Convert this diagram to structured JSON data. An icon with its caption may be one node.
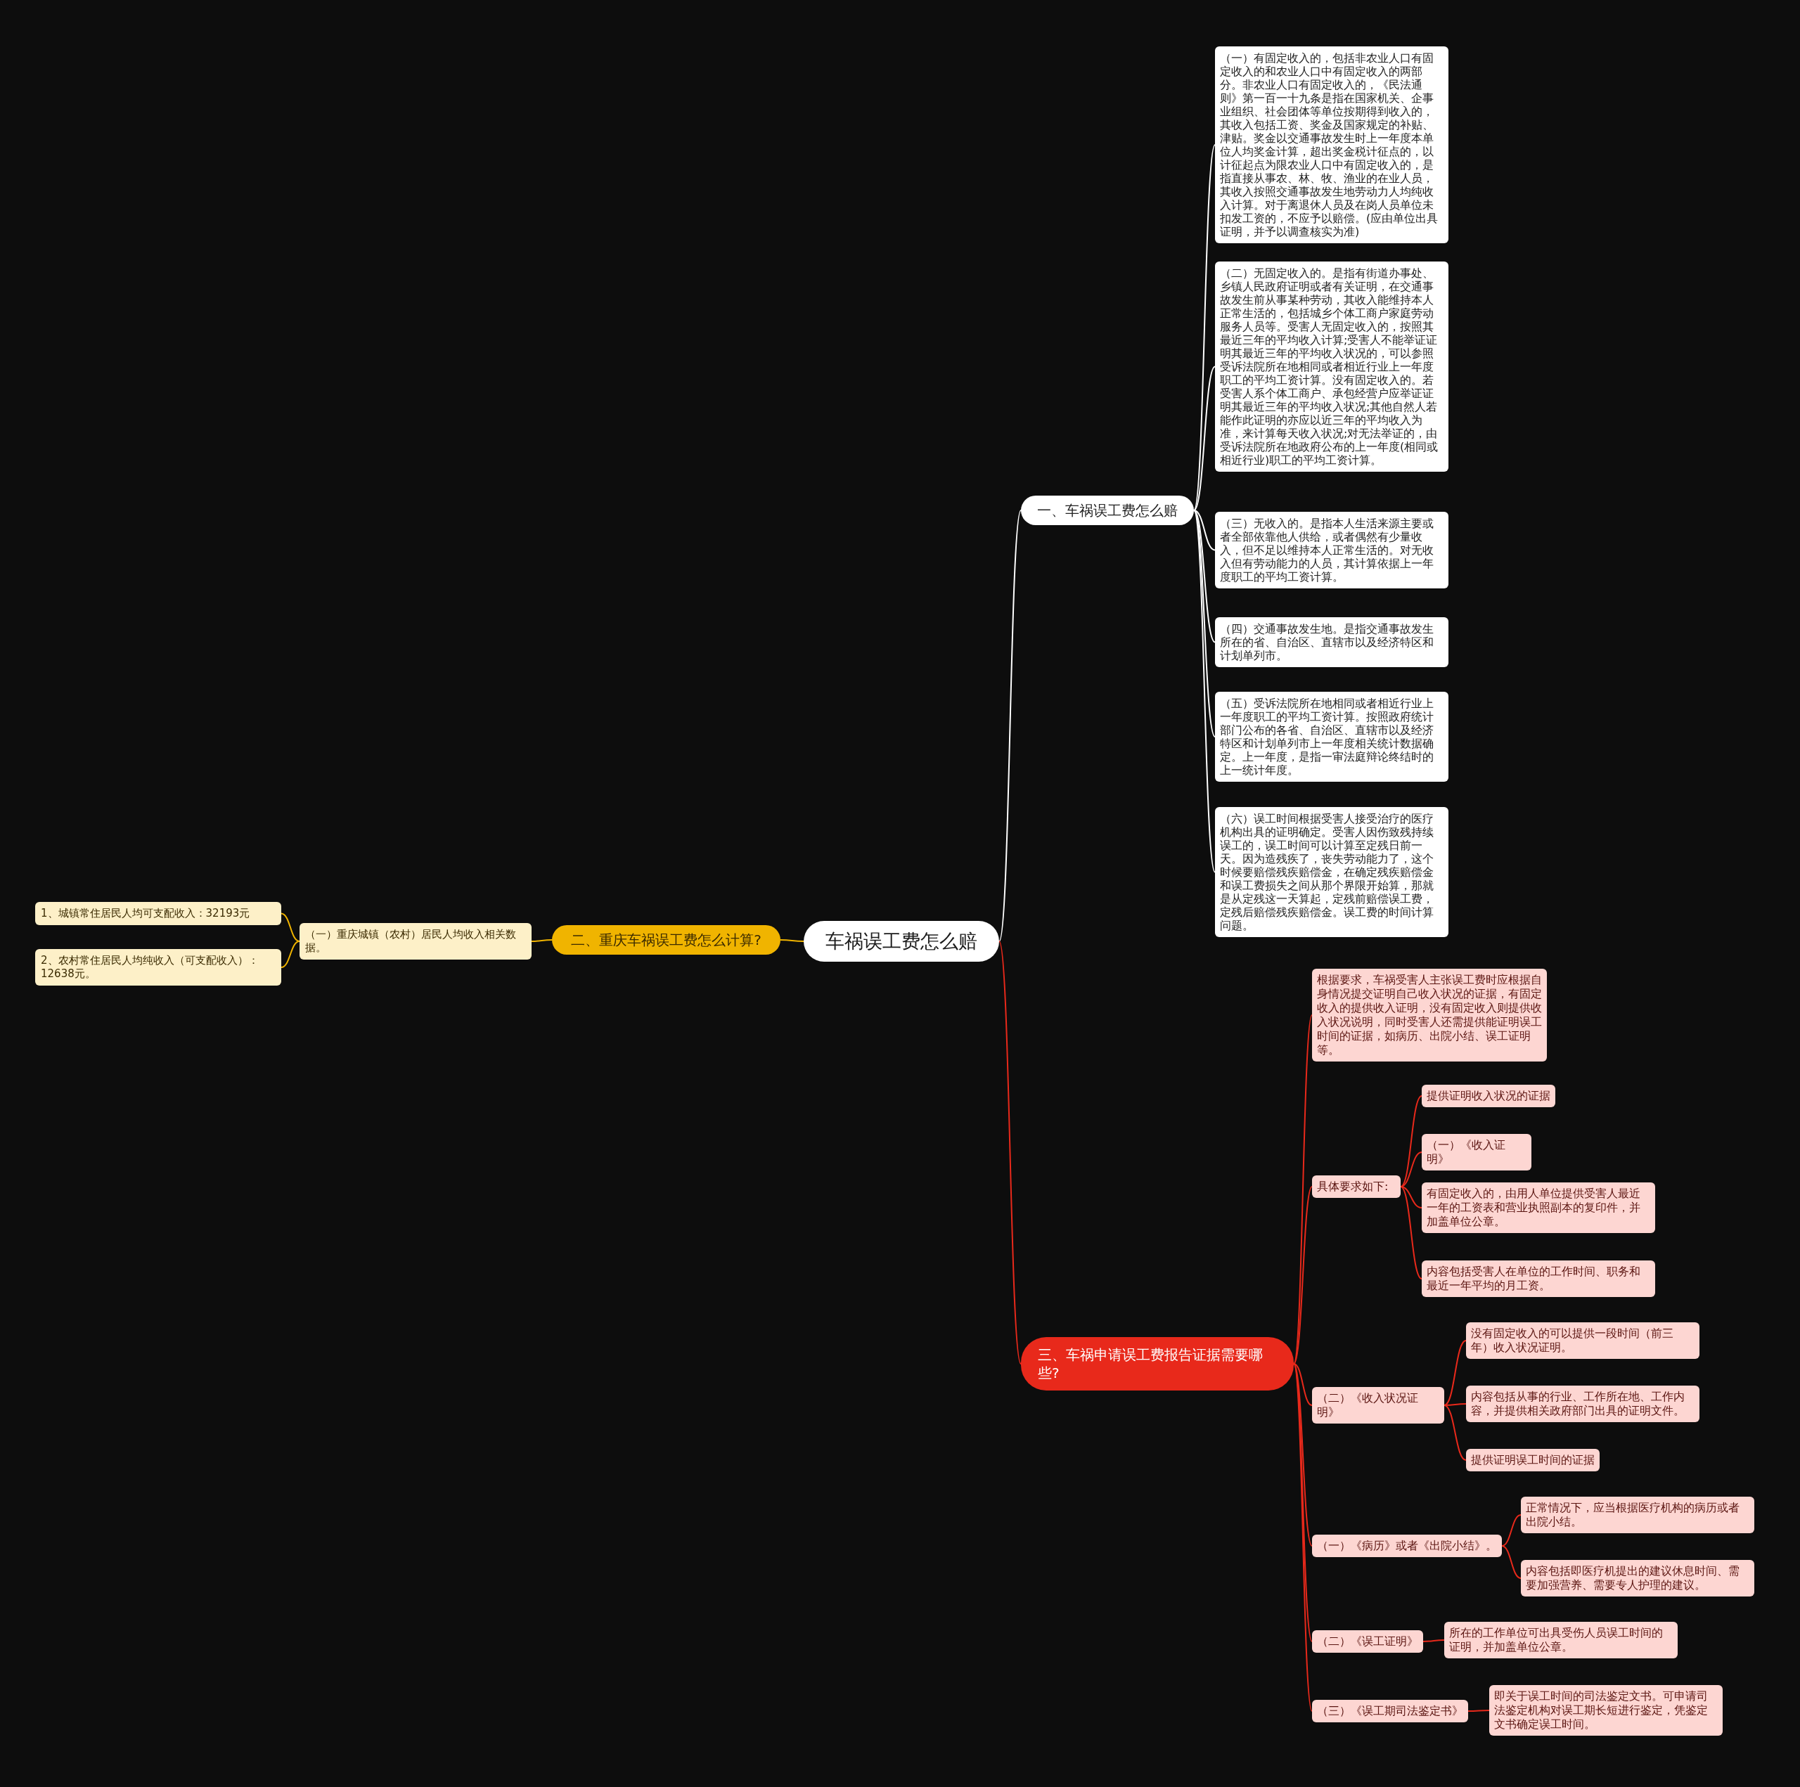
{
  "diagram": {
    "nodes": [
      {
        "text": [
          "车祸误工费怎么赔"
        ]
      },
      {
        "text": [
          "一、车祸误工费怎么赔"
        ]
      },
      {
        "text": [
          "（一）有固定收入的，包括非农业人口有固定收入的和农业人口中有固定收入的两部分。非农业人口有固定收入的，《民法通则》第一百一十九条是指在国家机关、企事业组织、社会团体等单位按期得到收入的，其收入包括工资、奖金及国家规定的补贴、津贴。奖金以交通事故发生时上一年度本单位人均奖金计算，超出奖金税计征点的，以计征起点为限农业人口中有固定收入的，是指直接从事农、林、牧、渔业的在业人员，其收入按照交通事故发生地劳动力人均纯收入计算。对于离退休人员及在岗人员单位未扣发工资的，不应予以赔偿。(应由单位出具证明，并予以调查核实为准)"
        ]
      },
      {
        "text": [
          "（二）无固定收入的。是指有街道办事处、乡镇人民政府证明或者有关证明，在交通事故发生前从事某种劳动，其收入能维持本人正常生活的，包括城乡个体工商户家庭劳动服务人员等。受害人无固定收入的，按照其最近三年的平均收入计算;受害人不能举证证明其最近三年的平均收入状况的，可以参照受诉法院所在地相同或者相近行业上一年度职工的平均工资计算。没有固定收入的。若受害人系个体工商户、承包经营户应举证证明其最近三年的平均收入状况;其他自然人若能作此证明的亦应以近三年的平均收入为准，来计算每天收入状况;对无法举证的，由受诉法院所在地政府公布的上一年度(相同或相近行业)职工的平均工资计算。"
        ]
      },
      {
        "text": [
          "（三）无收入的。是指本人生活来源主要或者全部依靠他人供给，或者偶然有少量收入，但不足以维持本人正常生活的。对无收入但有劳动能力的人员，其计算依据上一年度职工的平均工资计算。"
        ]
      },
      {
        "text": [
          "（四）交通事故发生地。是指交通事故发生所在的省、自治区、直辖市以及经济特区和计划单列市。"
        ]
      },
      {
        "text": [
          "（五）受诉法院所在地相同或者相近行业上一年度职工的平均工资计算。按照政府统计部门公布的各省、自治区、直辖市以及经济特区和计划单列市上一年度相关统计数据确定。上一年度，是指一审法庭辩论终结时的上一统计年度。"
        ]
      },
      {
        "text": [
          "（六）误工时间根据受害人接受治疗的医疗机构出具的证明确定。受害人因伤致残持续误工的，误工时间可以计算至定残日前一天。因为造残疾了，丧失劳动能力了，这个时候要赔偿残疾赔偿金，在确定残疾赔偿金和误工费损失之间从那个界限开始算，那就是从定残这一天算起，定残前赔偿误工费，定残后赔偿残疾赔偿金。误工费的时间计算问题。"
        ]
      },
      {
        "text": [
          "二、重庆车祸误工费怎么计算?"
        ]
      },
      {
        "text": [
          "（一）重庆城镇（农村）居民人均收入相关数据。"
        ]
      },
      {
        "text": [
          "1、城镇常住居民人均可支配收入：32193元"
        ]
      },
      {
        "text": [
          "2、农村常住居民人均纯收入（可支配收入）：12638元。"
        ]
      },
      {
        "text": [
          "三、车祸申请误工费报告证据需要哪些?"
        ]
      },
      {
        "text": [
          "根据要求，车祸受害人主张误工费时应根据自身情况提交证明自己收入状况的证据，有固定收入的提供收入证明，没有固定收入则提供收入状况说明，同时受害人还需提供能证明误工时间的证据，如病历、出院小结、误工证明等。"
        ]
      },
      {
        "text": [
          "具体要求如下:"
        ]
      },
      {
        "text": [
          "提供证明收入状况的证据"
        ]
      },
      {
        "text": [
          "（一）《收入证明》"
        ]
      },
      {
        "text": [
          "有固定收入的，由用人单位提供受害人最近一年的工资表和营业执照副本的复印件，并加盖单位公章。"
        ]
      },
      {
        "text": [
          "内容包括受害人在单位的工作时间、职务和最近一年平均的月工资。"
        ]
      },
      {
        "text": [
          "（二）《收入状况证明》"
        ]
      },
      {
        "text": [
          "没有固定收入的可以提供一段时间（前三年）收入状况证明。"
        ]
      },
      {
        "text": [
          "内容包括从事的行业、工作所在地、工作内容，并提供相关政府部门出具的证明文件。"
        ]
      },
      {
        "text": [
          "提供证明误工时间的证据"
        ]
      },
      {
        "text": [
          "（一）《病历》或者《出院小结》。"
        ]
      },
      {
        "text": [
          "正常情况下，应当根据医疗机构的病历或者出院小结。"
        ]
      },
      {
        "text": [
          "内容包括即医疗机提出的建议休息时间、需要加强营养、需要专人护理的建议。"
        ]
      },
      {
        "text": [
          "（二）《误工证明》"
        ]
      },
      {
        "text": [
          "所在的工作单位可出具受伤人员误工时间的证明，并加盖单位公章。"
        ]
      },
      {
        "text": [
          "（三）《误工期司法鉴定书》"
        ]
      },
      {
        "text": [
          "即关于误工时间的司法鉴定文书。可申请司法鉴定机构对误工期长短进行鉴定，凭鉴定文书确定误工时间。"
        ]
      }
    ],
    "edges": [
      {
        "from": 0,
        "to": 1,
        "arrow": "none",
        "color": "#ffffff"
      },
      {
        "from": 1,
        "to": 2,
        "arrow": "none",
        "color": "#ffffff"
      },
      {
        "from": 1,
        "to": 3,
        "arrow": "none",
        "color": "#ffffff"
      },
      {
        "from": 1,
        "to": 4,
        "arrow": "none",
        "color": "#ffffff"
      },
      {
        "from": 1,
        "to": 5,
        "arrow": "none",
        "color": "#ffffff"
      },
      {
        "from": 1,
        "to": 6,
        "arrow": "none",
        "color": "#ffffff"
      },
      {
        "from": 1,
        "to": 7,
        "arrow": "none",
        "color": "#ffffff"
      },
      {
        "from": 0,
        "to": 8,
        "arrow": "none",
        "color": "#f0b400"
      },
      {
        "from": 8,
        "to": 9,
        "arrow": "none",
        "color": "#f0b400"
      },
      {
        "from": 9,
        "to": 10,
        "arrow": "none",
        "color": "#f0b400"
      },
      {
        "from": 9,
        "to": 11,
        "arrow": "none",
        "color": "#f0b400"
      },
      {
        "from": 0,
        "to": 12,
        "arrow": "none"
      },
      {
        "from": 12,
        "to": 13,
        "arrow": "none"
      },
      {
        "from": 12,
        "to": 14,
        "arrow": "none"
      },
      {
        "from": 14,
        "to": 15,
        "arrow": "none"
      },
      {
        "from": 14,
        "to": 16,
        "arrow": "none"
      },
      {
        "from": 14,
        "to": 17,
        "arrow": "none"
      },
      {
        "from": 14,
        "to": 18,
        "arrow": "none"
      },
      {
        "from": 12,
        "to": 19,
        "arrow": "none"
      },
      {
        "from": 19,
        "to": 20,
        "arrow": "none"
      },
      {
        "from": 19,
        "to": 21,
        "arrow": "none"
      },
      {
        "from": 19,
        "to": 22,
        "arrow": "none"
      },
      {
        "from": 12,
        "to": 23,
        "arrow": "none"
      },
      {
        "from": 23,
        "to": 24,
        "arrow": "none"
      },
      {
        "from": 23,
        "to": 25,
        "arrow": "none"
      },
      {
        "from": 12,
        "to": 26,
        "arrow": "none"
      },
      {
        "from": 26,
        "to": 27,
        "arrow": "none"
      },
      {
        "from": 12,
        "to": 28,
        "arrow": "none"
      },
      {
        "from": 28,
        "to": 29,
        "arrow": "none"
      }
    ]
  }
}
